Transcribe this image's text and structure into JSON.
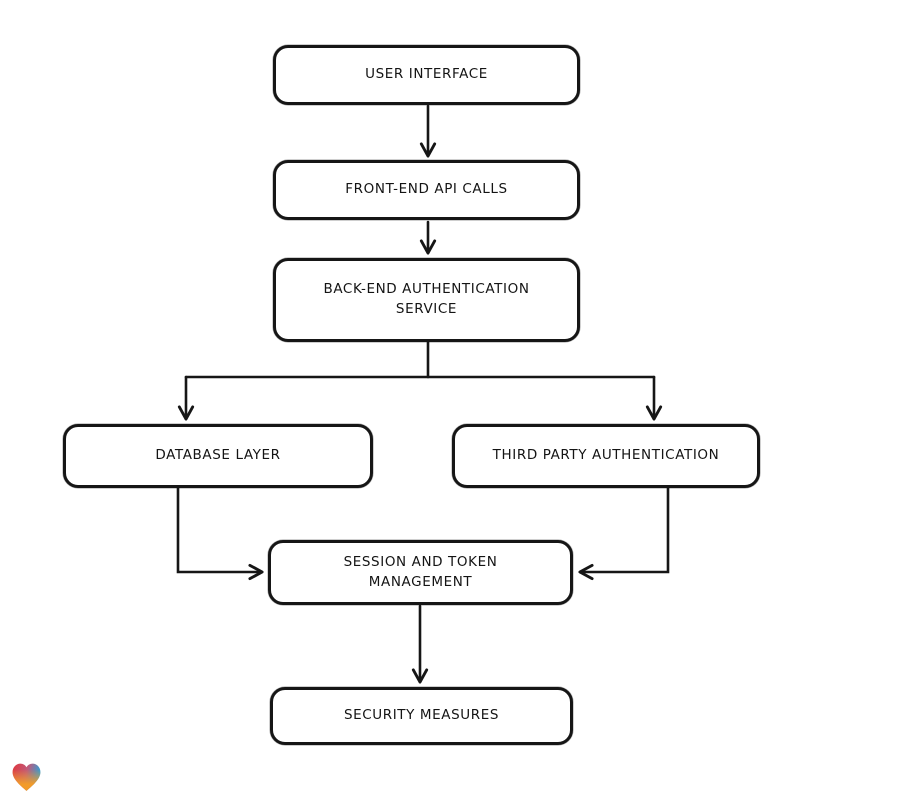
{
  "diagram": {
    "type": "flowchart",
    "canvas_background": "#ffffff",
    "stroke_color": "#161616",
    "node_fill": "#ffffff",
    "nodes": [
      {
        "id": "user-interface",
        "label": "USER INTERFACE"
      },
      {
        "id": "front-end-api-calls",
        "label": "FRONT-END API CALLS"
      },
      {
        "id": "back-end-authentication-service",
        "label": "BACK-END AUTHENTICATION\nSERVICE"
      },
      {
        "id": "database-layer",
        "label": "DATABASE LAYER"
      },
      {
        "id": "third-party-authentication",
        "label": "THIRD PARTY AUTHENTICATION"
      },
      {
        "id": "session-and-token-management",
        "label": "SESSION AND TOKEN\nMANAGEMENT"
      },
      {
        "id": "security-measures",
        "label": "SECURITY MEASURES"
      }
    ],
    "edges": [
      {
        "from": "user-interface",
        "to": "front-end-api-calls"
      },
      {
        "from": "front-end-api-calls",
        "to": "back-end-authentication-service"
      },
      {
        "from": "back-end-authentication-service",
        "to": "database-layer"
      },
      {
        "from": "back-end-authentication-service",
        "to": "third-party-authentication"
      },
      {
        "from": "database-layer",
        "to": "session-and-token-management"
      },
      {
        "from": "third-party-authentication",
        "to": "session-and-token-management"
      },
      {
        "from": "session-and-token-management",
        "to": "security-measures"
      }
    ],
    "logo": {
      "name": "heart-logo",
      "gradient_colors": [
        "#e1373c",
        "#2f9ed6",
        "#f29b2a"
      ]
    }
  }
}
